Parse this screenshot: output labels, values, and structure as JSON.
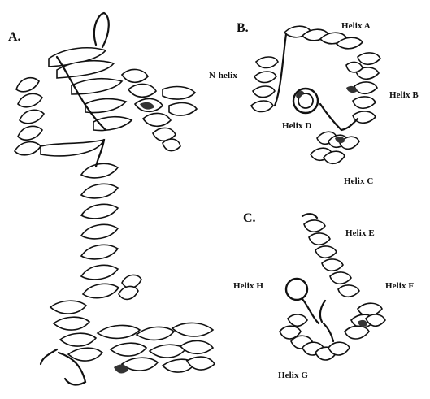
{
  "panels": {
    "a": {
      "label": "A."
    },
    "b": {
      "label": "B.",
      "helices": {
        "helix_a": "Helix A",
        "n_helix": "N-helix",
        "helix_b": "Helix B",
        "helix_d": "Helix D",
        "helix_c": "Helix C"
      }
    },
    "c": {
      "label": "C.",
      "helices": {
        "helix_e": "Helix E",
        "helix_h": "Helix H",
        "helix_f": "Helix F",
        "helix_g": "Helix G"
      }
    }
  },
  "colors": {
    "ink": "#111111",
    "ribbon_fill": "#ffffff",
    "shade": "#333333"
  }
}
